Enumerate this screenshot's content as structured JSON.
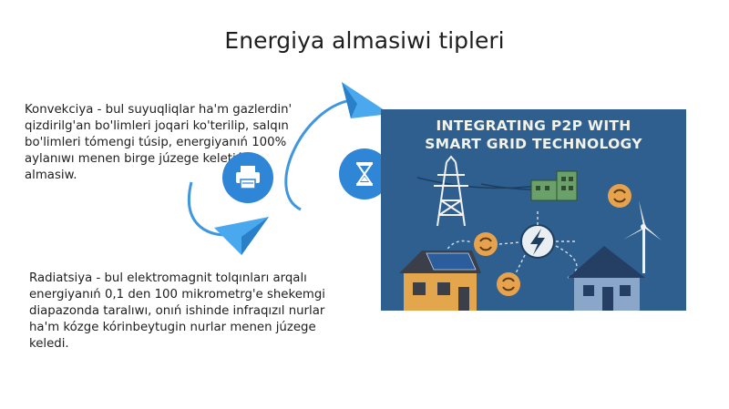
{
  "slide": {
    "title": "Energiya almasiwi tipleri",
    "paragraphs": [
      "Konvekciya - bul suyuqliqlar ha'm gazlerdin' qizdirilg'an bo'limleri joqari ko'terilip, salqın bo'limleri tómengi túsip, energiyanıń 100% aylanıwı menen birge júzege keletiń almasiw.",
      "Radiatsiya - bul elektromagnit tolqınları arqalı energiyanıń 0,1 den 100 mikrometrg'e shekemgi diapazonda taralıwı, onıń ishinde infraqızıl nurlar ha'm kózge kórinbeytugin nurlar menen júzege keledi."
    ]
  },
  "infographic": {
    "title_line1": "INTEGRATING P2P WITH",
    "title_line2": "SMART GRID TECHNOLOGY"
  },
  "icons": [
    "paper-plane-icon",
    "printer-icon",
    "hourglass-icon",
    "transmission-tower-icon",
    "lightning-icon",
    "sync-icon",
    "house-icon",
    "solar-panel-icon",
    "factory-icon",
    "wind-turbine-icon"
  ],
  "colors": {
    "accent_blue": "#2f86d6",
    "infographic_bg": "#2e5f8e",
    "sync_orange": "#e7a24e"
  }
}
